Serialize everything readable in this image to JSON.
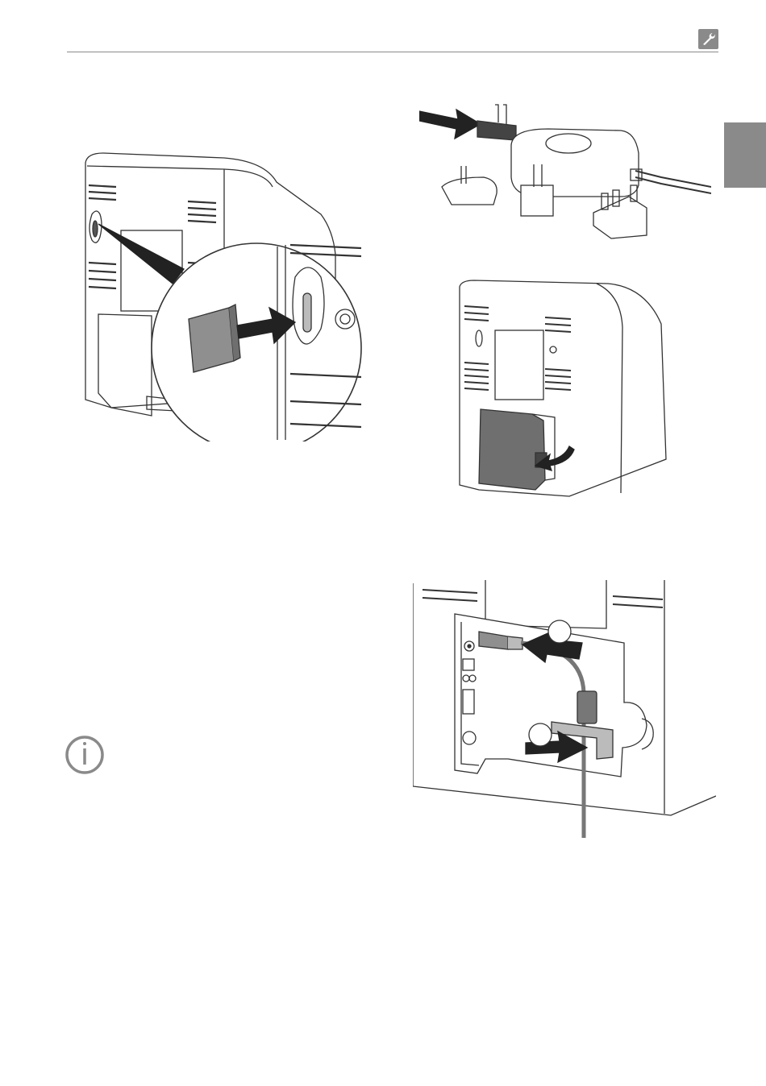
{
  "header": {
    "section_icon": "wrench-icon",
    "accent_color": "#8a8a8a"
  },
  "side_tab": {
    "color": "#8a8a8a"
  },
  "figures": {
    "sd_card": {
      "content": "sd-card-insertion-illustration"
    },
    "plug_adapter": {
      "content": "power-plug-adapter-illustration"
    },
    "cover": {
      "content": "device-back-cover-removal-illustration"
    },
    "connections": {
      "content": "cable-connection-illustration",
      "callouts": [
        "",
        ""
      ]
    }
  },
  "note": {
    "icon": "info-icon"
  }
}
